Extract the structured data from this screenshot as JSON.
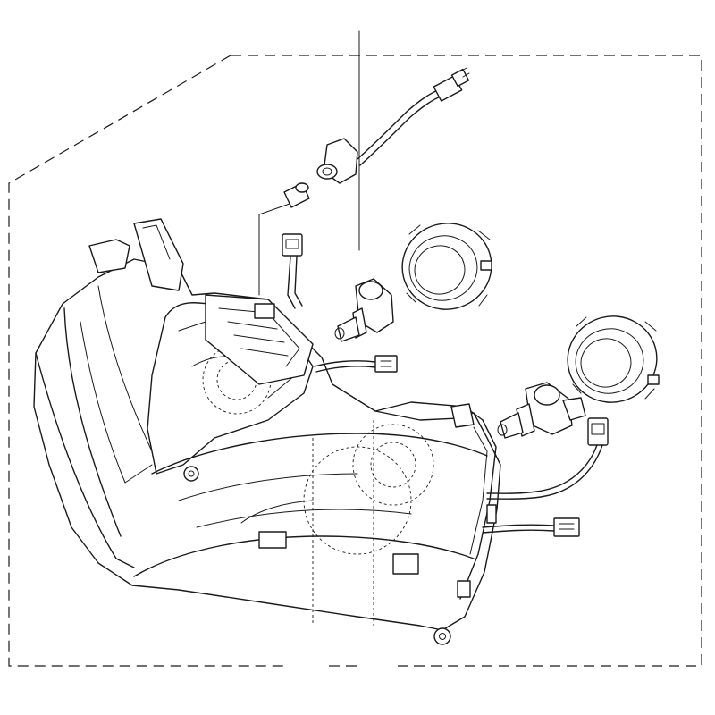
{
  "diagram": {
    "type": "exploded-parts-diagram",
    "parts": [
      "headlight-assembly",
      "bulb-socket-wire-harness",
      "position-bulb",
      "position-bulb-socket",
      "headlight-bulb-upper",
      "bulb-dust-cover-upper",
      "headlight-bulb-lower",
      "bulb-dust-cover-lower",
      "bulb-connector",
      "wiring-connector-upper",
      "wiring-connector-lower"
    ],
    "line_color": "#1a1a1a",
    "background": "#ffffff"
  }
}
